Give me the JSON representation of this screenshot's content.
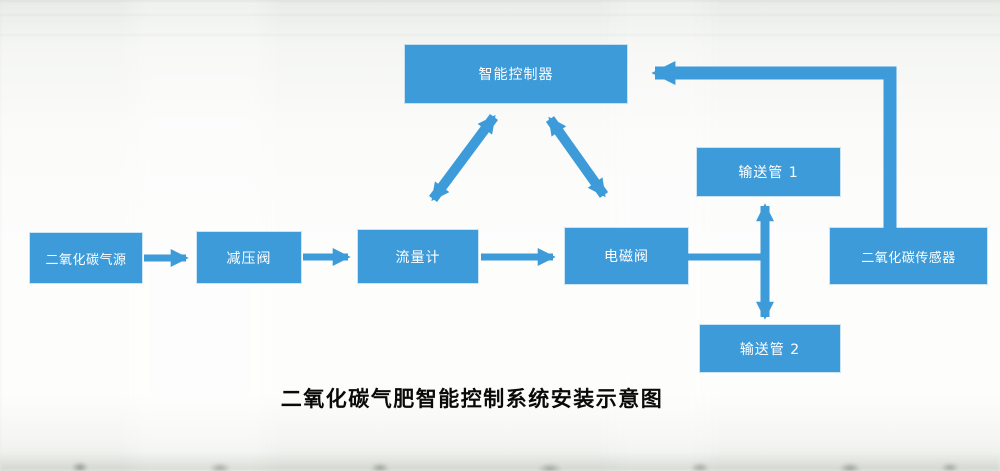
{
  "title": "二氧化碳气肥智能控制系统安装示意图",
  "colors": {
    "node_fill": "#3d9bd9",
    "node_text": "#ffffff",
    "arrow": "#3d9bd9",
    "title_text": "#0a0a0a"
  },
  "nodes": {
    "controller": {
      "label": "智能控制器"
    },
    "pipe1": {
      "label": "输送管 1"
    },
    "co2_source": {
      "label": "二氧化碳气源"
    },
    "pressure_valve": {
      "label": "减压阀"
    },
    "flow_meter": {
      "label": "流量计"
    },
    "solenoid_valve": {
      "label": "电磁阀"
    },
    "co2_sensor": {
      "label": "二氧化碳传感器"
    },
    "pipe2": {
      "label": "输送管 2"
    }
  },
  "edges": [
    {
      "from": "co2_source",
      "to": "pressure_valve",
      "type": "one-way"
    },
    {
      "from": "pressure_valve",
      "to": "flow_meter",
      "type": "one-way"
    },
    {
      "from": "flow_meter",
      "to": "solenoid_valve",
      "type": "one-way"
    },
    {
      "from": "flow_meter",
      "to": "controller",
      "type": "two-way"
    },
    {
      "from": "solenoid_valve",
      "to": "controller",
      "type": "two-way"
    },
    {
      "from": "pipe1",
      "to": "pipe2",
      "type": "two-way"
    },
    {
      "from": "solenoid_valve",
      "to": "pipe-junction",
      "type": "plain-line"
    },
    {
      "from": "co2_sensor",
      "to": "controller",
      "type": "one-way"
    }
  ]
}
